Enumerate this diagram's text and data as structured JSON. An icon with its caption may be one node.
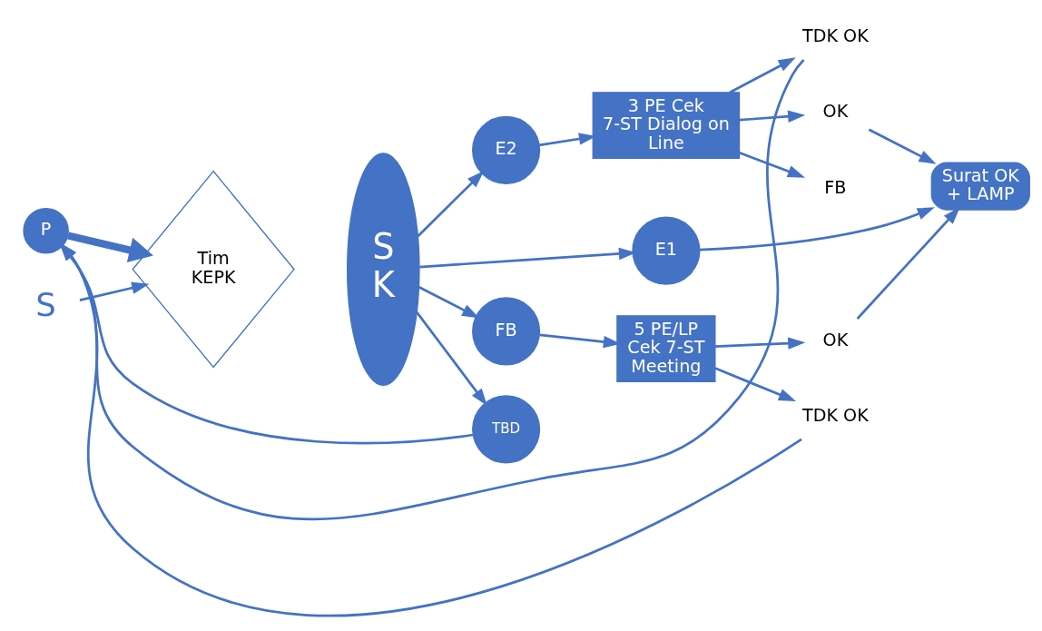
{
  "diagram": {
    "nodes": [
      {
        "text": [
          "P"
        ]
      },
      {
        "text": [
          "S"
        ]
      },
      {
        "text": [
          "Tim KEPK"
        ]
      },
      {
        "text": [
          "S",
          "K"
        ]
      },
      {
        "text": [
          "E2"
        ]
      },
      {
        "text": [
          "E1"
        ]
      },
      {
        "text": [
          "FB"
        ]
      },
      {
        "text": [
          "TBD"
        ]
      },
      {
        "text": [
          "3 PE Cek 7-ST Dialog on Line"
        ]
      },
      {
        "text": [
          "TDK OK"
        ]
      },
      {
        "text": [
          "OK"
        ]
      },
      {
        "text": [
          "FB"
        ]
      },
      {
        "text": [
          "Surat OK + LAMP"
        ]
      },
      {
        "text": [
          "5 PE/LP Cek 7-ST Meeting"
        ]
      },
      {
        "text": [
          "OK"
        ]
      },
      {
        "text": [
          "TDK OK"
        ]
      }
    ],
    "edges": [
      {
        "from": 0,
        "to": 2,
        "arrow": "to",
        "style": "thick"
      },
      {
        "from": 1,
        "to": 2,
        "arrow": "to"
      },
      {
        "from": 3,
        "to": 4,
        "arrow": "to"
      },
      {
        "from": 3,
        "to": 5,
        "arrow": "to"
      },
      {
        "from": 3,
        "to": 6,
        "arrow": "to"
      },
      {
        "from": 3,
        "to": 7,
        "arrow": "to"
      },
      {
        "from": 4,
        "to": 8,
        "arrow": "to"
      },
      {
        "from": 8,
        "to": 9,
        "arrow": "to"
      },
      {
        "from": 8,
        "to": 10,
        "arrow": "to"
      },
      {
        "from": 8,
        "to": 11,
        "arrow": "to"
      },
      {
        "from": 9,
        "to": 0,
        "arrow": "to"
      },
      {
        "from": 10,
        "to": 12,
        "arrow": "to"
      },
      {
        "from": 5,
        "to": 12,
        "arrow": "to"
      },
      {
        "from": 6,
        "to": 13,
        "arrow": "to"
      },
      {
        "from": 13,
        "to": 14,
        "arrow": "to"
      },
      {
        "from": 13,
        "to": 15,
        "arrow": "to"
      },
      {
        "from": 14,
        "to": 12,
        "arrow": "to"
      },
      {
        "from": 15,
        "to": 0,
        "arrow": "to"
      },
      {
        "from": 7,
        "to": 0,
        "arrow": "to"
      }
    ]
  }
}
